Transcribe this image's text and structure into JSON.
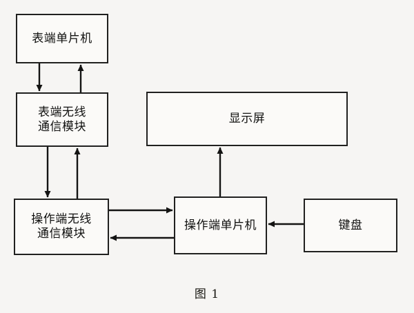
{
  "figure": {
    "caption": "图 1",
    "background_color": "#f6f5f3",
    "stroke_color": "#20201f",
    "node_fill_color": "#fbfaf8",
    "text_color": "#111110"
  },
  "nodes": [
    {
      "id": "meter-mcu",
      "label": "表端单片机"
    },
    {
      "id": "meter-rf",
      "label": "表端无线\n通信模块"
    },
    {
      "id": "op-rf",
      "label": "操作端无线\n通信模块"
    },
    {
      "id": "op-mcu",
      "label": "操作端单片机"
    },
    {
      "id": "display",
      "label": "显示屏"
    },
    {
      "id": "keyboard",
      "label": "键盘"
    }
  ],
  "edges": [
    {
      "id": "meter-mcu-to-meter-rf",
      "from": "meter-mcu",
      "to": "meter-rf",
      "direction": "down"
    },
    {
      "id": "meter-rf-to-meter-mcu",
      "from": "meter-rf",
      "to": "meter-mcu",
      "direction": "up"
    },
    {
      "id": "meter-rf-to-op-rf",
      "from": "meter-rf",
      "to": "op-rf",
      "direction": "down"
    },
    {
      "id": "op-rf-to-meter-rf",
      "from": "op-rf",
      "to": "meter-rf",
      "direction": "up"
    },
    {
      "id": "op-rf-to-op-mcu",
      "from": "op-rf",
      "to": "op-mcu",
      "direction": "right"
    },
    {
      "id": "op-mcu-to-op-rf",
      "from": "op-mcu",
      "to": "op-rf",
      "direction": "left"
    },
    {
      "id": "op-mcu-to-display",
      "from": "op-mcu",
      "to": "display",
      "direction": "up"
    },
    {
      "id": "keyboard-to-op-mcu",
      "from": "keyboard",
      "to": "op-mcu",
      "direction": "left"
    }
  ]
}
